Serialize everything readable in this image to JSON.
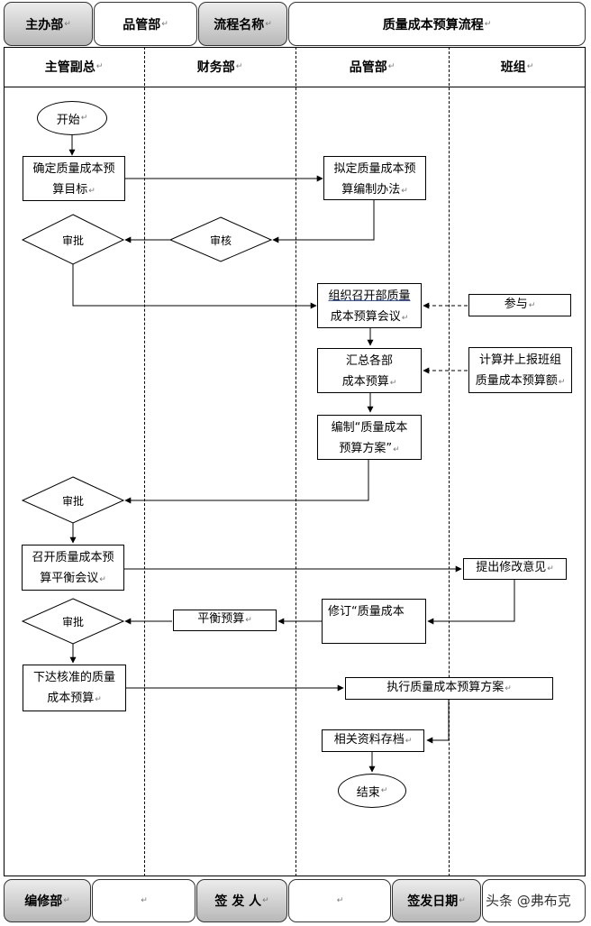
{
  "header": {
    "dept_label": "主办部",
    "dept_value": "品管部",
    "process_label": "流程名称",
    "process_value": "质量成本预算流程"
  },
  "lanes": [
    "主管副总",
    "财务部",
    "品管部",
    "班组"
  ],
  "nodes": {
    "start": "开始",
    "set_target": [
      "确定质量成本预",
      "算目标"
    ],
    "draft_method": [
      "拟定质量成本预",
      "算编制办法"
    ],
    "approve1": "审批",
    "review": "审核",
    "organize_meeting": [
      "组织召开部质量",
      "成本预算会议"
    ],
    "participate": "参与",
    "summarize": [
      "汇总各部",
      "成本预算"
    ],
    "calculate_report": [
      "计算并上报班组",
      "质量成本预算额"
    ],
    "compile_plan": [
      "编制“质量成本",
      "预算方案”"
    ],
    "approve2": "审批",
    "balance_meeting": [
      "召开质量成本预",
      "算平衡会议"
    ],
    "suggest_changes": "提出修改意见",
    "revise": "修订“质量成本",
    "balance_budget": "平衡预算",
    "approve3": "审批",
    "issue_budget": [
      "下达核准的质量",
      "成本预算"
    ],
    "execute_plan": "执行质量成本预算方案",
    "archive": "相关资料存档",
    "end": "结束"
  },
  "footer": {
    "editor_label": "编修部",
    "editor_value": "",
    "issuer_label": "签 发 人",
    "issuer_value": "",
    "date_label": "签发日期"
  },
  "watermark": "头条 @弗布克"
}
